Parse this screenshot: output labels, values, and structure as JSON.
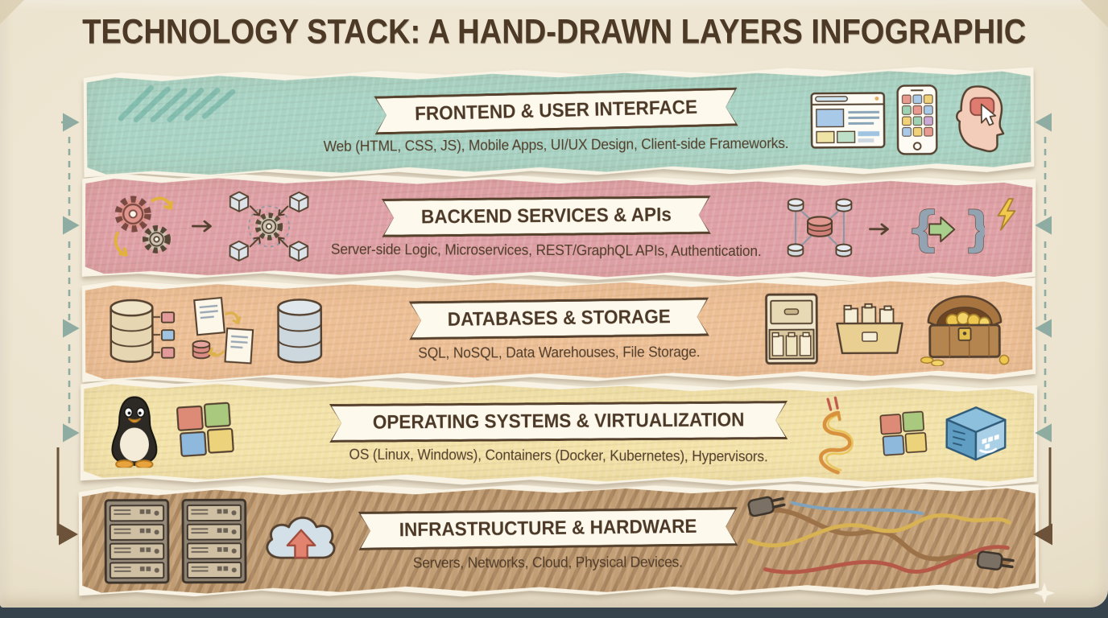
{
  "title": "TECHNOLOGY STACK: A HAND-DRAWN LAYERS INFOGRAPHIC",
  "colors": {
    "paper": "#eee6d2",
    "ink": "#4d3a26",
    "banner_background": "#fdf9ec",
    "banner_border": "#55402c",
    "connector_dashed": "#7fa39a",
    "connector_solid": "#6b5239"
  },
  "glyphs": {
    "brace_left": "{",
    "brace_right": "}"
  },
  "layers": [
    {
      "title": "FRONTEND & USER INTERFACE",
      "subtitle": "Web (HTML, CSS, JS), Mobile Apps, UI/UX Design, Client-side Frameworks.",
      "color": "#a9d4c5",
      "icons": [
        "teal-scribble",
        "browser-window",
        "mobile-phone",
        "user-head-click"
      ]
    },
    {
      "title": "BACKEND SERVICES & APIs",
      "subtitle": "Server-side Logic, Microservices, REST/GraphQL APIs, Authentication.",
      "color": "#dfa1a6",
      "icons": [
        "gears",
        "arrow-right",
        "microservices-cubes",
        "database-cluster",
        "arrow-right",
        "api-braces",
        "lightning-bolt"
      ]
    },
    {
      "title": "DATABASES & STORAGE",
      "subtitle": "SQL, NoSQL, Data Warehouses, File Storage.",
      "color": "#edbf95",
      "icons": [
        "sql-database",
        "document-sync",
        "nosql-database",
        "file-cabinet",
        "folder-box",
        "treasure-chest"
      ]
    },
    {
      "title": "OPERATING SYSTEMS & VIRTUALIZATION",
      "subtitle": "OS (Linux, Windows), Containers (Docker, Kubernetes), Hypervisors.",
      "color": "#f3e3a9",
      "icons": [
        "linux-tux",
        "windows-logo",
        "tangled-cable-arrow",
        "windows-logo",
        "docker-cube"
      ]
    },
    {
      "title": "INFRASTRUCTURE & HARDWARE",
      "subtitle": "Servers, Networks, Cloud, Physical Devices.",
      "color": "#c4a077",
      "icons": [
        "server-rack",
        "server-rack",
        "cloud-upload",
        "power-cables"
      ]
    }
  ]
}
